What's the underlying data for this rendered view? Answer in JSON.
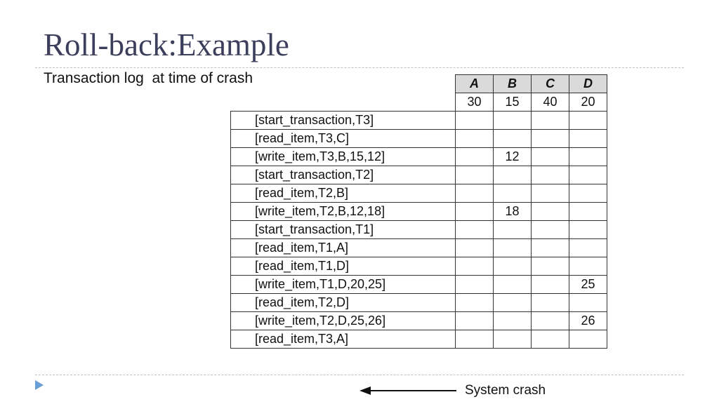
{
  "slide": {
    "title": "Roll-back:Example",
    "subtitle": "Transaction log  at time of crash"
  },
  "table": {
    "columns": [
      "A",
      "B",
      "C",
      "D"
    ],
    "initial_values": [
      "30",
      "15",
      "40",
      "20"
    ],
    "rows": [
      {
        "op": "[start_transaction,T3]",
        "values": [
          "",
          "",
          "",
          ""
        ]
      },
      {
        "op": "[read_item,T3,C]",
        "values": [
          "",
          "",
          "",
          ""
        ]
      },
      {
        "op": "[write_item,T3,B,15,12]",
        "values": [
          "",
          "12",
          "",
          ""
        ]
      },
      {
        "op": "[start_transaction,T2]",
        "values": [
          "",
          "",
          "",
          ""
        ]
      },
      {
        "op": "[read_item,T2,B]",
        "values": [
          "",
          "",
          "",
          ""
        ]
      },
      {
        "op": "[write_item,T2,B,12,18]",
        "values": [
          "",
          "18",
          "",
          ""
        ]
      },
      {
        "op": "[start_transaction,T1]",
        "values": [
          "",
          "",
          "",
          ""
        ]
      },
      {
        "op": "[read_item,T1,A]",
        "values": [
          "",
          "",
          "",
          ""
        ]
      },
      {
        "op": "[read_item,T1,D]",
        "values": [
          "",
          "",
          "",
          ""
        ]
      },
      {
        "op": "[write_item,T1,D,20,25]",
        "values": [
          "",
          "",
          "",
          "25"
        ]
      },
      {
        "op": "[read_item,T2,D]",
        "values": [
          "",
          "",
          "",
          ""
        ]
      },
      {
        "op": "[write_item,T2,D,25,26]",
        "values": [
          "",
          "",
          "",
          "26"
        ]
      },
      {
        "op": "[read_item,T3,A]",
        "values": [
          "",
          "",
          "",
          ""
        ]
      }
    ]
  },
  "crash_label": "System crash",
  "icons": {
    "bullet": "triangle-bullet-icon",
    "arrow": "left-arrow-icon"
  },
  "colors": {
    "title": "#3b3f5c",
    "bullet": "#6a9ed6",
    "header_bg": "#dadada"
  }
}
